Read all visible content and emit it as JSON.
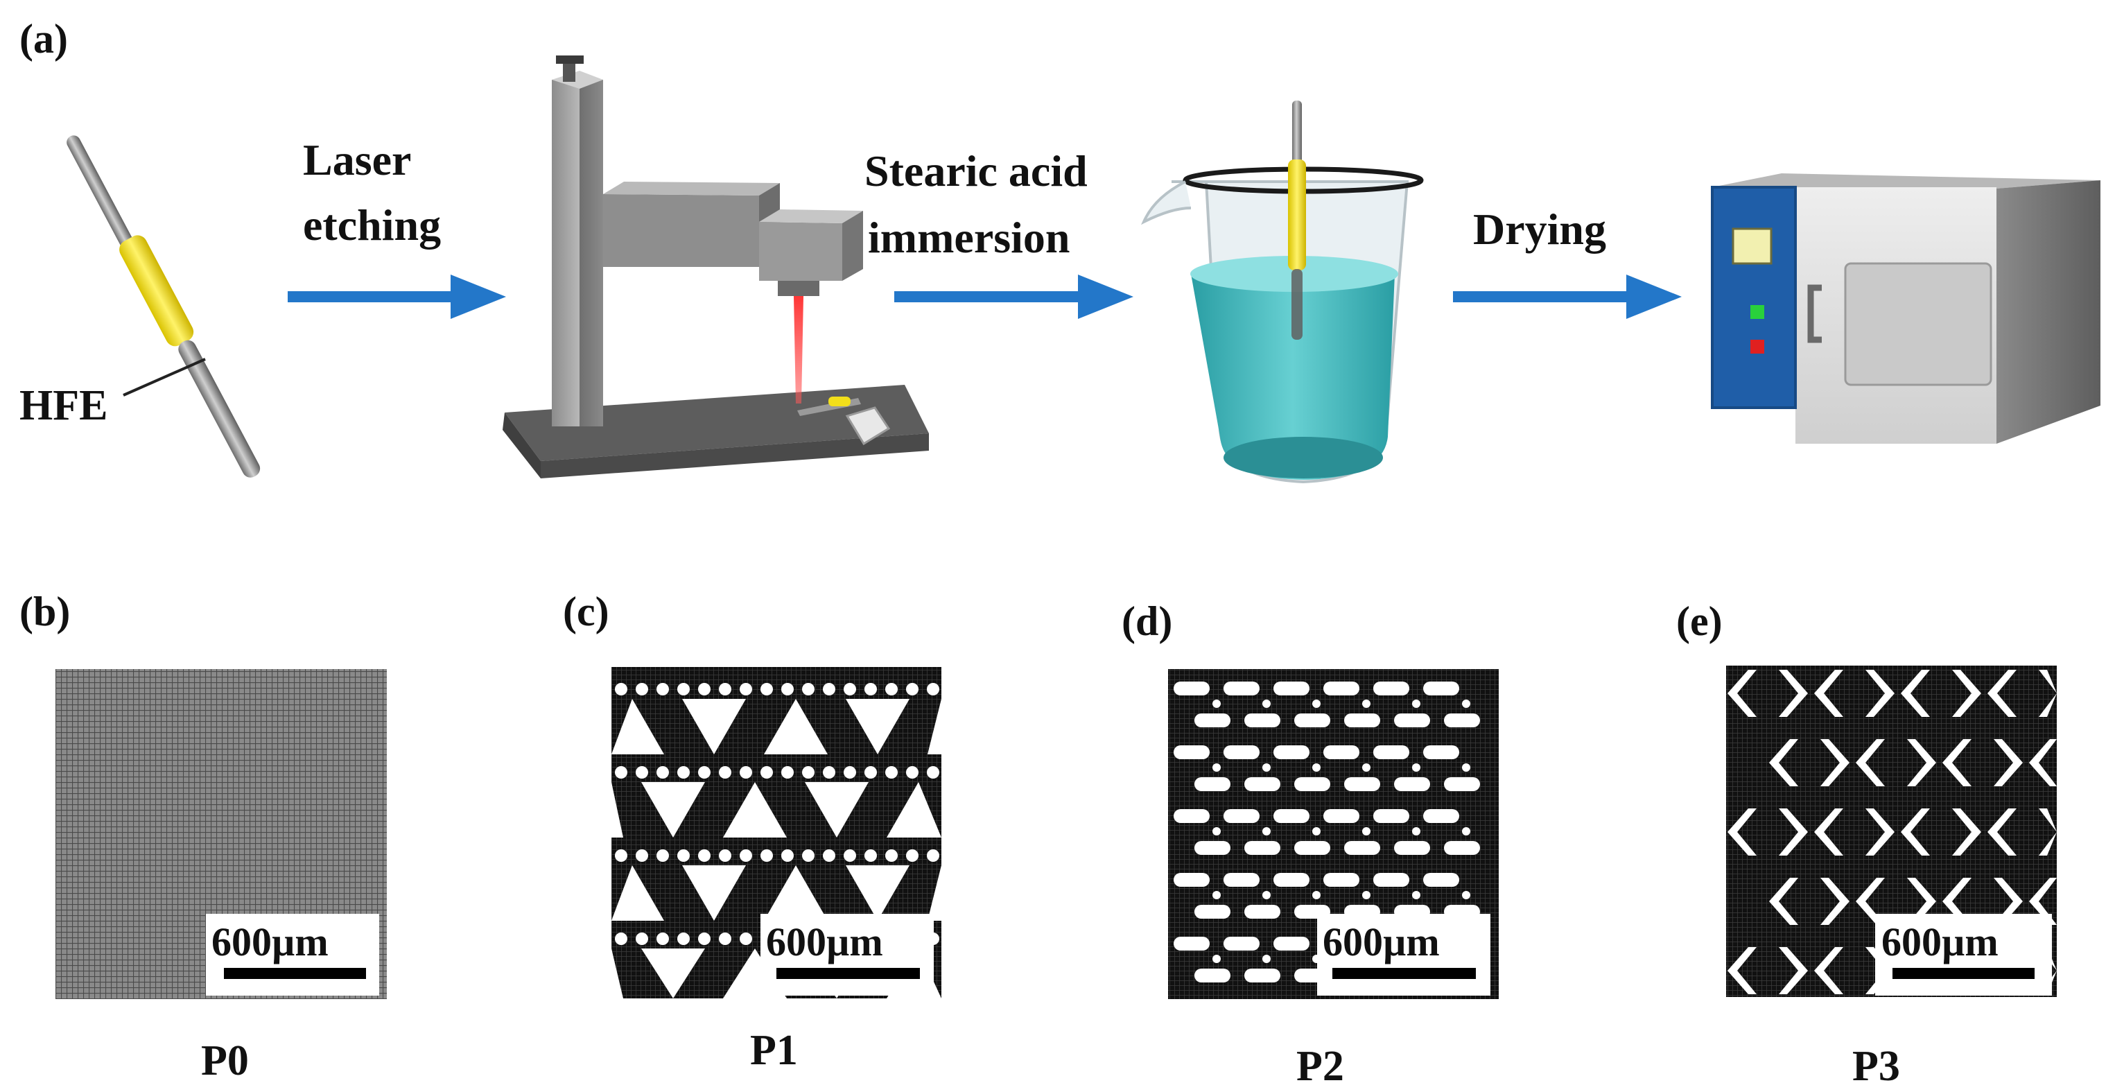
{
  "panel_labels": {
    "a": "(a)",
    "b": "(b)",
    "c": "(c)",
    "d": "(d)",
    "e": "(e)"
  },
  "process": {
    "electrode_label": "HFE",
    "step1_line1": "Laser",
    "step1_line2": "etching",
    "step2_line1": "Stearic acid",
    "step2_line2": "immersion",
    "step3": "Drying"
  },
  "patterns": [
    {
      "id": "P0",
      "scale_bar": "600µm"
    },
    {
      "id": "P1",
      "scale_bar": "600µm"
    },
    {
      "id": "P2",
      "scale_bar": "600µm"
    },
    {
      "id": "P3",
      "scale_bar": "600µm"
    }
  ],
  "colors": {
    "arrow": "#2377c9",
    "electrode_handle": "#f2df1a",
    "laser_beam": "#e62020",
    "liquid": "#3fb3b8",
    "oven_panel": "#1f5ea8",
    "pattern_dark": "#0d0d0d"
  }
}
